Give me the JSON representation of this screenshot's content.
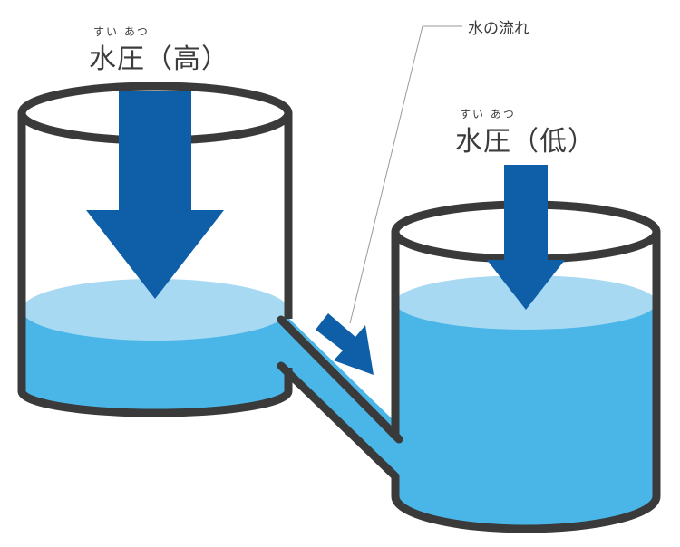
{
  "labels": {
    "high_pressure": {
      "text": "水圧（高）",
      "ruby": "すい あつ"
    },
    "low_pressure": {
      "text": "水圧（低）",
      "ruby": "すい あつ"
    },
    "water_flow": "水の流れ"
  },
  "colors": {
    "water": "#4ab6e8",
    "water_surface": "#a8d9f3",
    "arrow": "#0f5fa8",
    "outline": "#3a3a3a",
    "text": "#3c3c3c",
    "leader_line": "#9a9a9a"
  }
}
